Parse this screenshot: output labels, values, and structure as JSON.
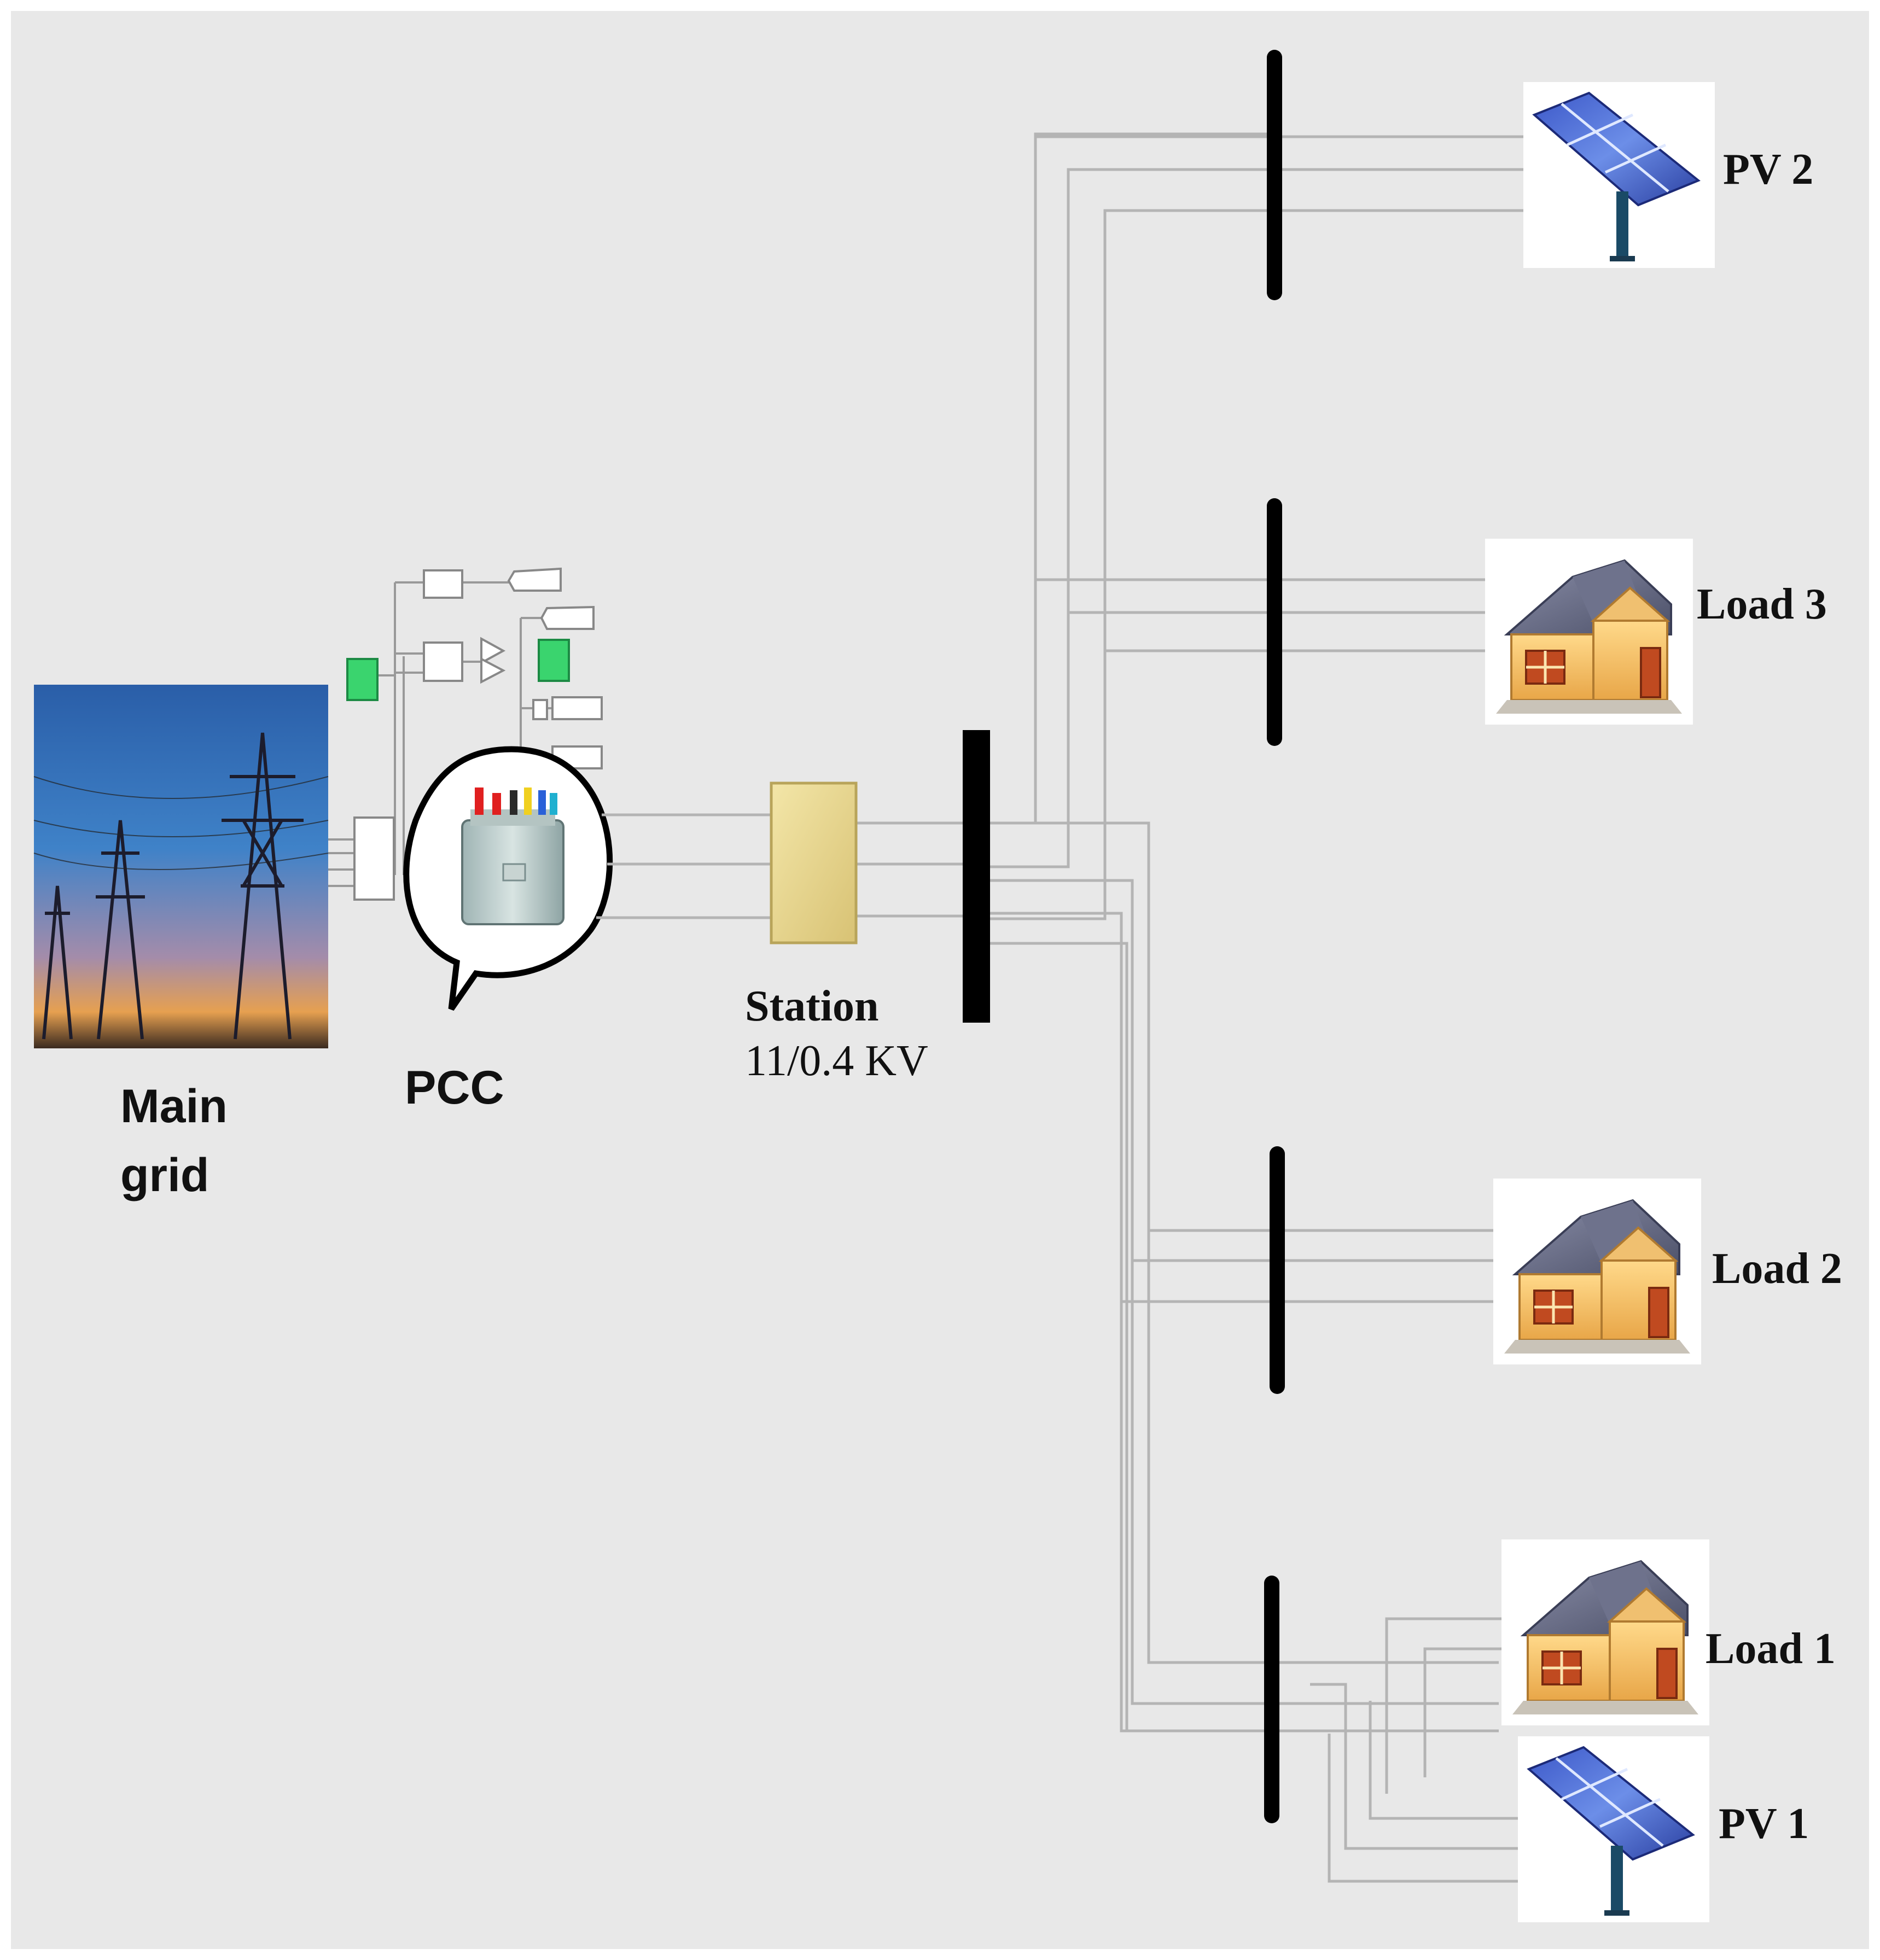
{
  "labels": {
    "main_grid_line1": "Main",
    "main_grid_line2": "grid",
    "pcc": "PCC",
    "station": "Station",
    "station_voltage": "11/0.4 KV",
    "pv2": "PV 2",
    "load3": "Load 3",
    "load2": "Load 2",
    "load1": "Load 1",
    "pv1": "PV 1"
  },
  "icons": {
    "main_grid": "transmission-tower-icon",
    "pcc": "transformer-icon",
    "station": "transformer-block-icon",
    "load": "house-icon",
    "pv": "solar-panel-icon"
  },
  "colors": {
    "background": "#e8e8e8",
    "bus": "#000000",
    "wire": "#b4b4b4",
    "station_block": "#e6d48c",
    "measurement_block": "#3ad46e"
  }
}
